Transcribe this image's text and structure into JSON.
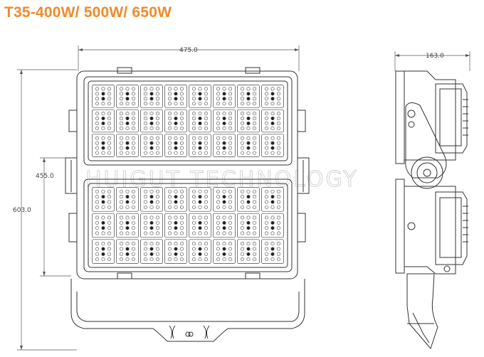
{
  "title": "T35-400W/ 500W/ 650W",
  "dimensions": {
    "width": "475.0",
    "depth": "163.0",
    "height_body": "455.0",
    "height_total": "603.0"
  },
  "watermark": "HUIGUT TECHNOLOGY",
  "colors": {
    "title": "#f18a2a",
    "line": "#333333",
    "dim_line": "#555555"
  }
}
